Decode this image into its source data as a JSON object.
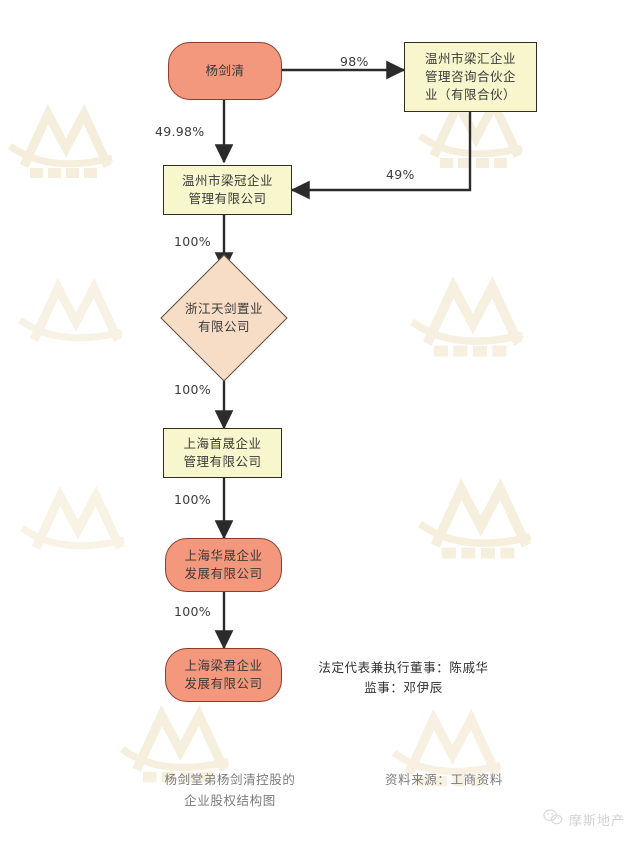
{
  "diagram": {
    "title_caption": "杨剑堂弟杨剑清控股的\n企业股权结构图",
    "source_note": "资料来源：工商资料",
    "officers_note": "法定代表兼执行董事：陈戚华\n监事：邓伊辰",
    "nodes": [
      {
        "id": "person",
        "label": "杨剑清",
        "shape": "rounded",
        "fill": "#f3977d",
        "stroke": "#8e3d2b"
      },
      {
        "id": "partnership",
        "label": "温州市梁汇企业\n管理咨询合伙企\n业（有限合伙）",
        "shape": "rect",
        "fill": "#f7f6cd",
        "stroke": "#2e2e22"
      },
      {
        "id": "lianguan",
        "label": "温州市梁冠企业\n管理有限公司",
        "shape": "rect",
        "fill": "#f7f6cd",
        "stroke": "#2e2e22"
      },
      {
        "id": "tianjian",
        "label": "浙江天剑置业\n有限公司",
        "shape": "diamond",
        "fill": "#f8ddc6",
        "stroke": "#55483c"
      },
      {
        "id": "shousheng",
        "label": "上海首晟企业\n管理有限公司",
        "shape": "rect",
        "fill": "#f7f6cd",
        "stroke": "#2e2e22"
      },
      {
        "id": "huasheng",
        "label": "上海华晟企业\n发展有限公司",
        "shape": "rounded",
        "fill": "#f3977d",
        "stroke": "#8e3d2b"
      },
      {
        "id": "liangjun",
        "label": "上海梁君企业\n发展有限公司",
        "shape": "rounded",
        "fill": "#f3977d",
        "stroke": "#8e3d2b"
      }
    ],
    "edges": [
      {
        "from": "person",
        "to": "partnership",
        "label": "98%"
      },
      {
        "from": "person",
        "to": "lianguan",
        "label": "49.98%"
      },
      {
        "from": "partnership",
        "to": "lianguan",
        "label": "49%"
      },
      {
        "from": "lianguan",
        "to": "tianjian",
        "label": "100%"
      },
      {
        "from": "tianjian",
        "to": "shousheng",
        "label": "100%"
      },
      {
        "from": "shousheng",
        "to": "huasheng",
        "label": "100%"
      },
      {
        "from": "huasheng",
        "to": "liangjun",
        "label": "100%"
      }
    ]
  },
  "brand": {
    "name": "摩斯地产",
    "icon": "wechat-icon"
  },
  "colors": {
    "person_fill": "#f3977d",
    "person_stroke": "#8e3d2b",
    "company_fill": "#f7f6cd",
    "company_stroke": "#2e2e22",
    "diamond_fill": "#f8ddc6",
    "diamond_stroke": "#55483c",
    "edge": "#2b2b2b",
    "watermark": "#f5edda"
  }
}
